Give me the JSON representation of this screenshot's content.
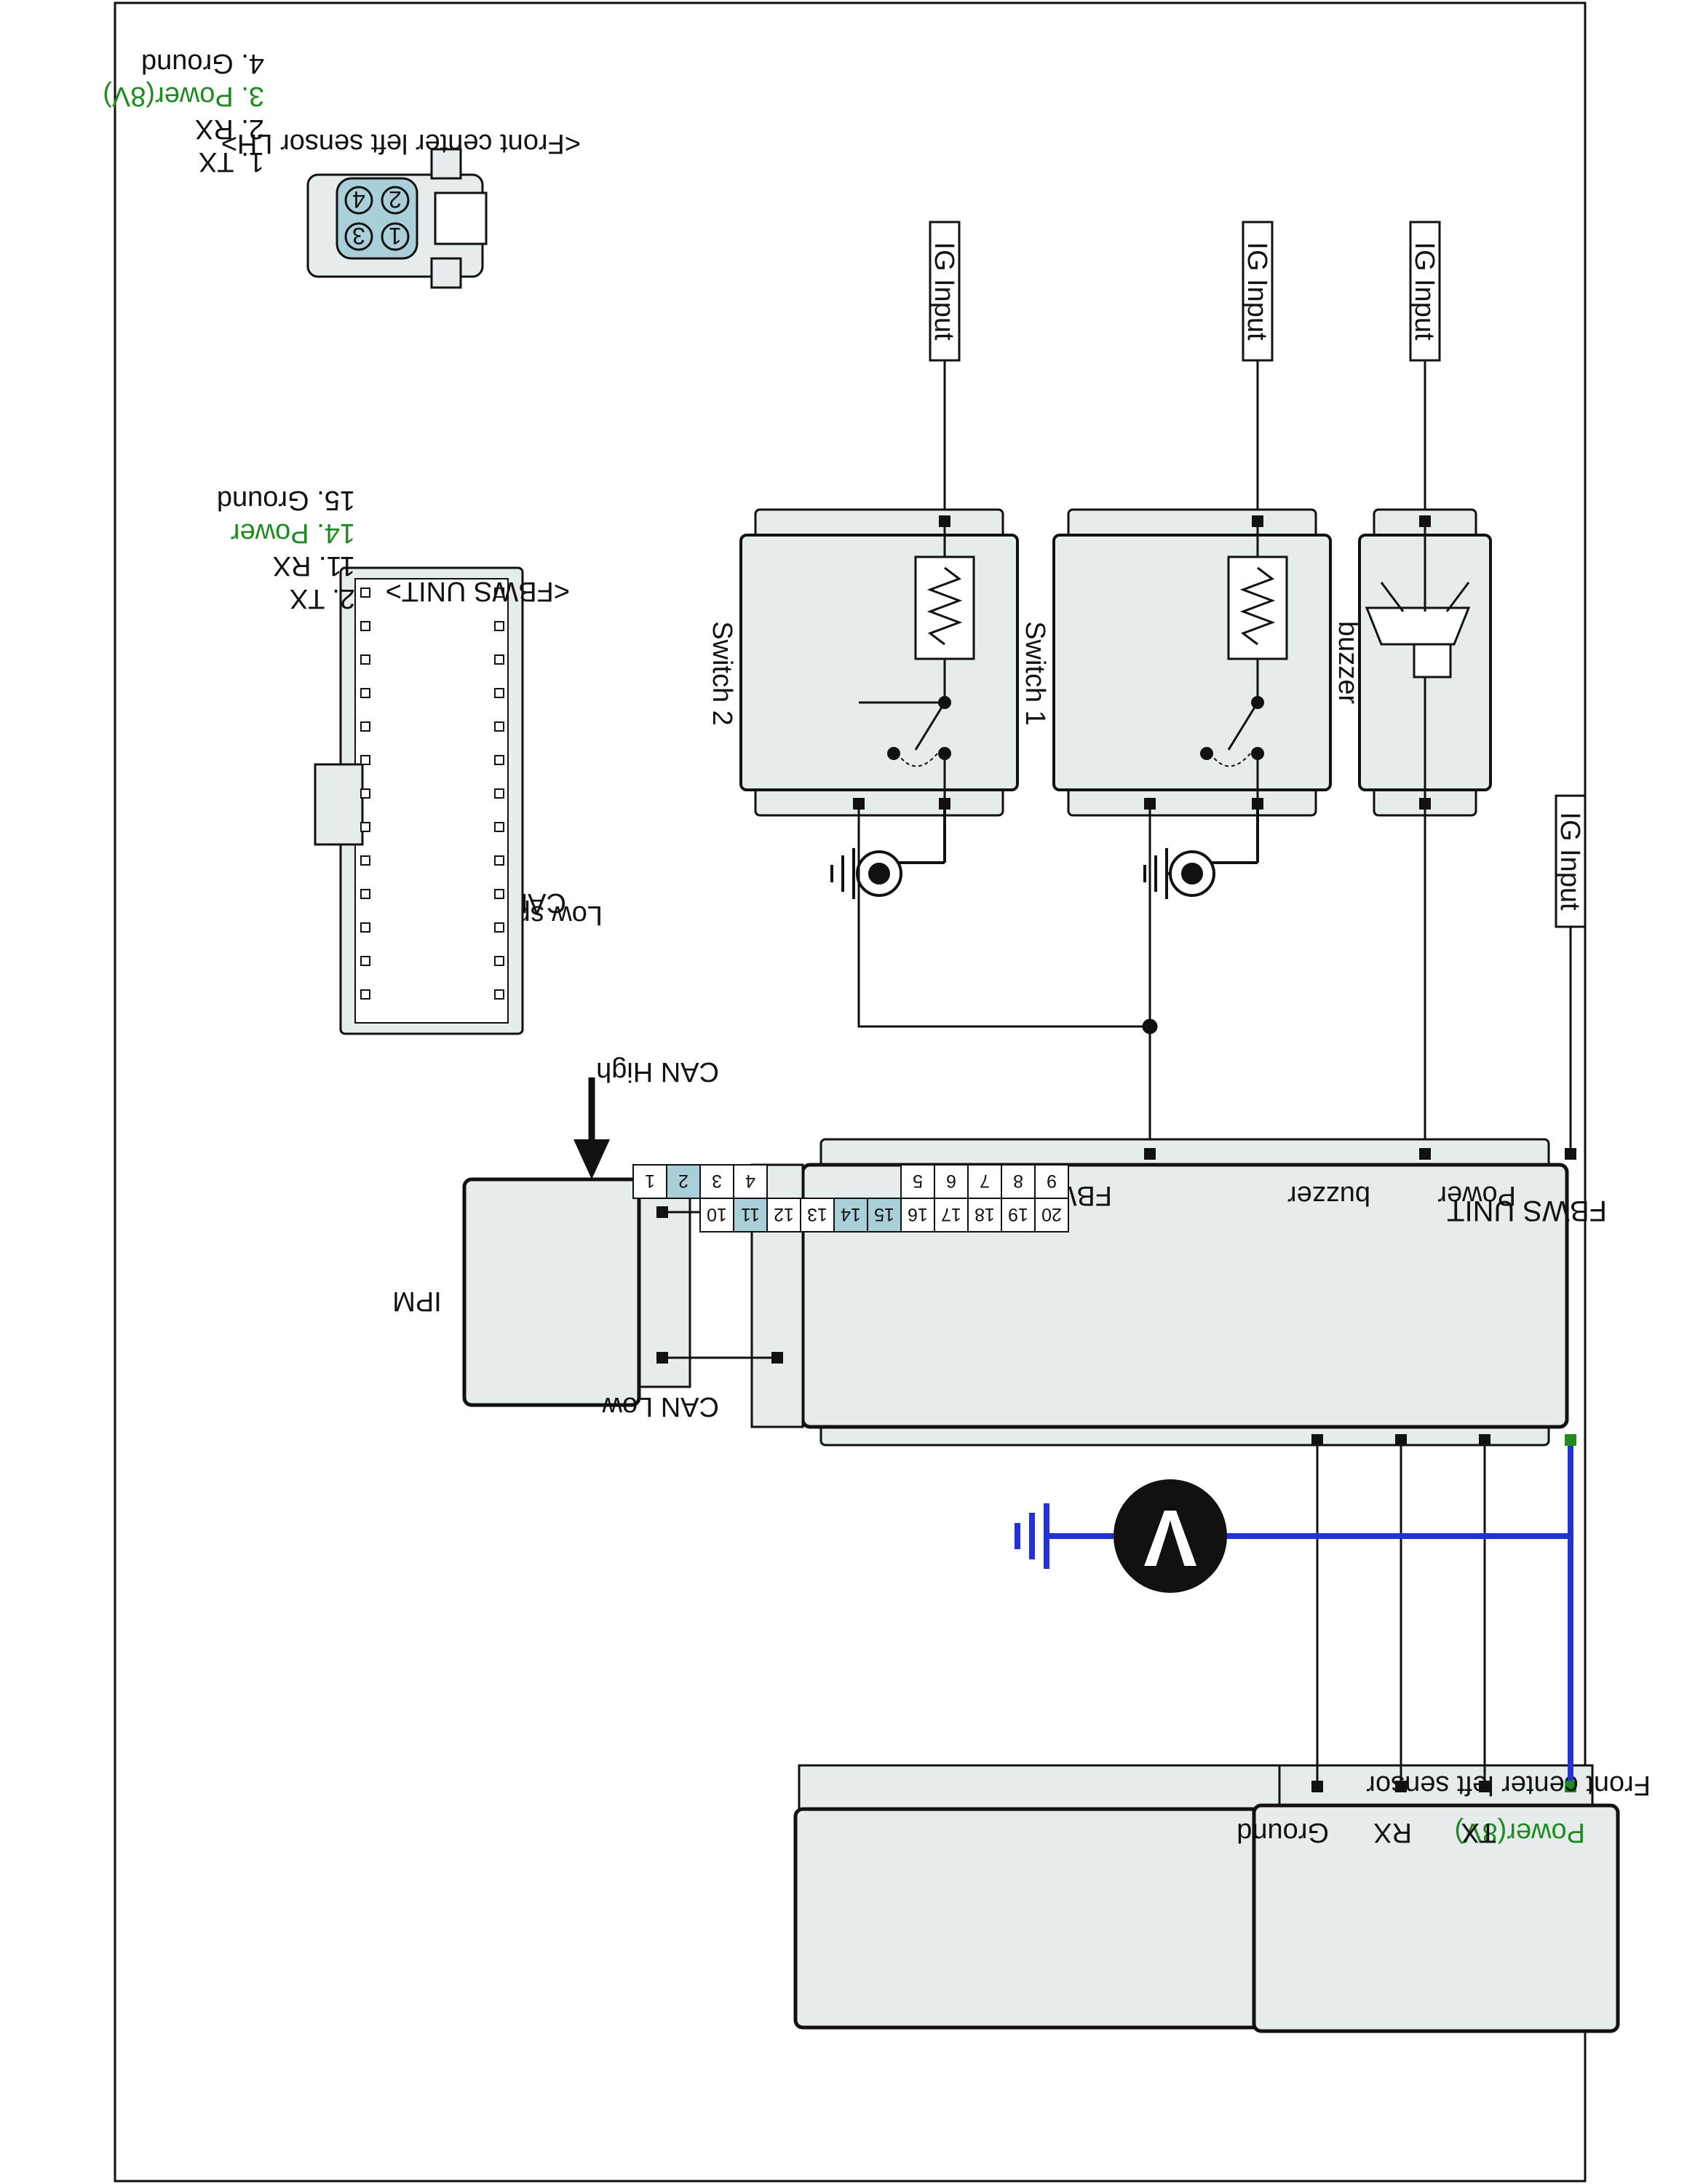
{
  "colors": {
    "box_fill": "#e6ecec",
    "box_stroke": "#111111",
    "wire": "#111111",
    "measure_wire": "#1f33d6",
    "power_pin": "#1f8a1f",
    "highlight_pin": "#a9cfd8",
    "power_text": "#1f8a1f"
  },
  "ig_inputs": [
    "IG Input",
    "IG Input",
    "IG Input",
    "IG Input"
  ],
  "components": {
    "buzzer": "buzzer",
    "switch1": "Switch 1",
    "switch2": "Switch 2"
  },
  "fbws_unit": {
    "title": "FBWS UNIT",
    "pins": [
      "Power",
      "buzzer",
      "FBWS_SW"
    ]
  },
  "ipm": {
    "label": "IPM",
    "can_high": "CAN High",
    "can_low": "CAN Low",
    "network_line1": "Low speed",
    "network_line2": "CAN Network"
  },
  "sensor": {
    "title": "Front center left sensor",
    "pins": [
      "Power(8V)",
      "TX",
      "RX",
      "Ground"
    ]
  },
  "voltmeter_symbol": "V",
  "connector_fbws": {
    "title": "<FBWS UNIT>",
    "top_row": [
      "9",
      "8",
      "7",
      "6",
      "5",
      "",
      "",
      "",
      "",
      "4",
      "3",
      "2",
      "1"
    ],
    "bottom_row": [
      "20",
      "19",
      "18",
      "17",
      "16",
      "15",
      "14",
      "13",
      "12",
      "11",
      "10"
    ],
    "highlighted": [
      "2",
      "11",
      "14",
      "15"
    ],
    "pin_list": [
      {
        "text": "2. TX",
        "color": "normal"
      },
      {
        "text": "11. RX",
        "color": "normal"
      },
      {
        "text": "14.  Power",
        "color": "green"
      },
      {
        "text": "15. Ground",
        "color": "normal"
      }
    ]
  },
  "connector_sensor": {
    "title": "<Front center left sensor LH>",
    "pins": [
      "2",
      "1",
      "4",
      "3"
    ],
    "pin_list": [
      {
        "text": "1. TX",
        "color": "normal"
      },
      {
        "text": "2. RX",
        "color": "normal"
      },
      {
        "text": "3. Power(8V)",
        "color": "green"
      },
      {
        "text": "4. Ground",
        "color": "normal"
      }
    ]
  }
}
